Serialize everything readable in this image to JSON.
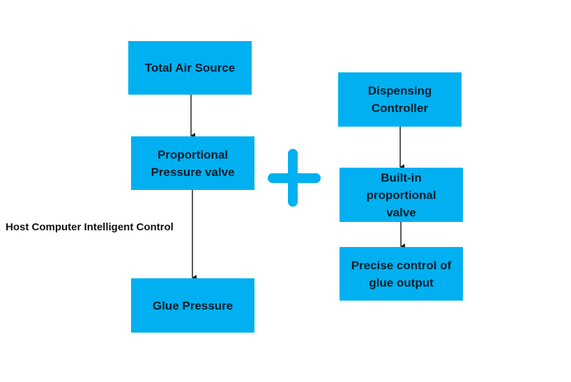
{
  "diagram": {
    "colors": {
      "box_fill": "#00B0F0",
      "text": "#0d1b2a",
      "arrow": "#222222",
      "plus": "#00B0F0"
    },
    "left_chain": {
      "nodes": [
        {
          "id": "total-air-source",
          "label": "Total Air Source"
        },
        {
          "id": "proportional-pressure-valve",
          "label": "Proportional\nPressure valve"
        },
        {
          "id": "glue-pressure",
          "label": "Glue Pressure"
        }
      ],
      "edge_label": "Host Computer Intelligent Control"
    },
    "operator": {
      "symbol": "plus",
      "meaning": "combined with"
    },
    "right_chain": {
      "nodes": [
        {
          "id": "dispensing-controller",
          "label": "Dispensing\nController"
        },
        {
          "id": "built-in-proportional-valve",
          "label": "Built-in\nproportional\nvalve"
        },
        {
          "id": "precise-control-glue-output",
          "label": "Precise control of\nglue output"
        }
      ]
    },
    "edges": [
      {
        "from": "total-air-source",
        "to": "proportional-pressure-valve"
      },
      {
        "from": "proportional-pressure-valve",
        "to": "glue-pressure",
        "label": "Host Computer Intelligent Control"
      },
      {
        "from": "dispensing-controller",
        "to": "built-in-proportional-valve"
      },
      {
        "from": "built-in-proportional-valve",
        "to": "precise-control-glue-output"
      }
    ]
  }
}
